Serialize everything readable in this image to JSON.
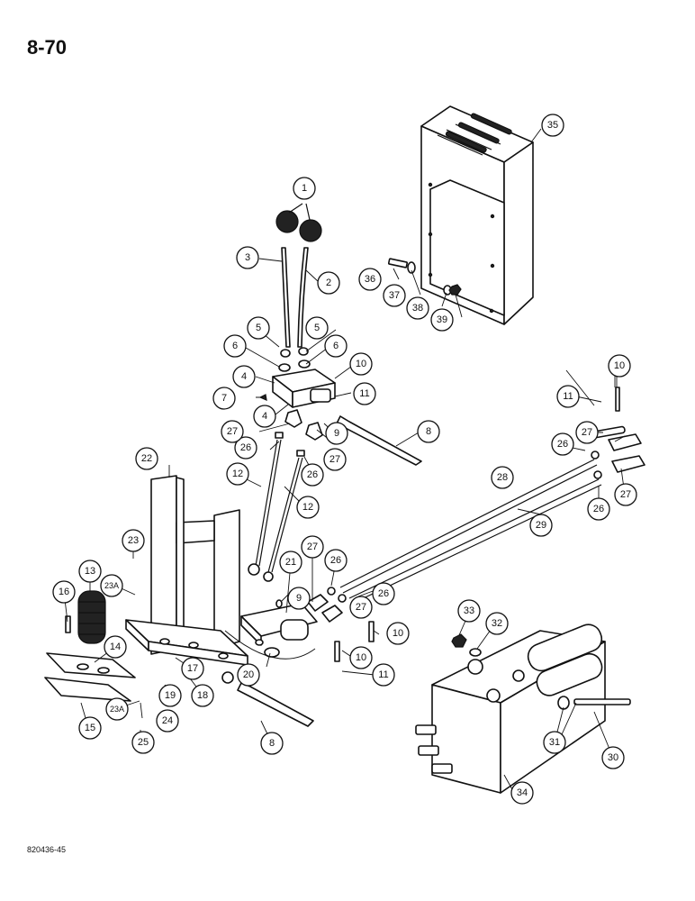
{
  "page_number": "8-70",
  "figure_code": "820436-45",
  "callouts": [
    {
      "id": "c1",
      "label": "1"
    },
    {
      "id": "c2",
      "label": "2"
    },
    {
      "id": "c3",
      "label": "3"
    },
    {
      "id": "c4a",
      "label": "4"
    },
    {
      "id": "c4b",
      "label": "4"
    },
    {
      "id": "c5a",
      "label": "5"
    },
    {
      "id": "c5b",
      "label": "5"
    },
    {
      "id": "c6a",
      "label": "6"
    },
    {
      "id": "c6b",
      "label": "6"
    },
    {
      "id": "c7",
      "label": "7"
    },
    {
      "id": "c8a",
      "label": "8"
    },
    {
      "id": "c8b",
      "label": "8"
    },
    {
      "id": "c9a",
      "label": "9"
    },
    {
      "id": "c9b",
      "label": "9"
    },
    {
      "id": "c10a",
      "label": "10"
    },
    {
      "id": "c10b",
      "label": "10"
    },
    {
      "id": "c10c",
      "label": "10"
    },
    {
      "id": "c10d",
      "label": "10"
    },
    {
      "id": "c11a",
      "label": "11"
    },
    {
      "id": "c11b",
      "label": "11"
    },
    {
      "id": "c11c",
      "label": "11"
    },
    {
      "id": "c12a",
      "label": "12"
    },
    {
      "id": "c12b",
      "label": "12"
    },
    {
      "id": "c13",
      "label": "13"
    },
    {
      "id": "c14",
      "label": "14"
    },
    {
      "id": "c15",
      "label": "15"
    },
    {
      "id": "c16",
      "label": "16"
    },
    {
      "id": "c17",
      "label": "17"
    },
    {
      "id": "c18",
      "label": "18"
    },
    {
      "id": "c19",
      "label": "19"
    },
    {
      "id": "c20",
      "label": "20"
    },
    {
      "id": "c21",
      "label": "21"
    },
    {
      "id": "c22",
      "label": "22"
    },
    {
      "id": "c23",
      "label": "23"
    },
    {
      "id": "c23Aa",
      "label": "23A"
    },
    {
      "id": "c23Ab",
      "label": "23A"
    },
    {
      "id": "c24",
      "label": "24"
    },
    {
      "id": "c25",
      "label": "25"
    },
    {
      "id": "c26a",
      "label": "26"
    },
    {
      "id": "c26b",
      "label": "26"
    },
    {
      "id": "c26c",
      "label": "26"
    },
    {
      "id": "c26d",
      "label": "26"
    },
    {
      "id": "c26e",
      "label": "26"
    },
    {
      "id": "c26f",
      "label": "26"
    },
    {
      "id": "c27a",
      "label": "27"
    },
    {
      "id": "c27b",
      "label": "27"
    },
    {
      "id": "c27c",
      "label": "27"
    },
    {
      "id": "c27d",
      "label": "27"
    },
    {
      "id": "c27e",
      "label": "27"
    },
    {
      "id": "c27f",
      "label": "27"
    },
    {
      "id": "c28",
      "label": "28"
    },
    {
      "id": "c29",
      "label": "29"
    },
    {
      "id": "c30",
      "label": "30"
    },
    {
      "id": "c31",
      "label": "31"
    },
    {
      "id": "c32",
      "label": "32"
    },
    {
      "id": "c33",
      "label": "33"
    },
    {
      "id": "c34",
      "label": "34"
    },
    {
      "id": "c35",
      "label": "35"
    },
    {
      "id": "c36",
      "label": "36"
    },
    {
      "id": "c37",
      "label": "37"
    },
    {
      "id": "c38",
      "label": "38"
    },
    {
      "id": "c39",
      "label": "39"
    }
  ]
}
